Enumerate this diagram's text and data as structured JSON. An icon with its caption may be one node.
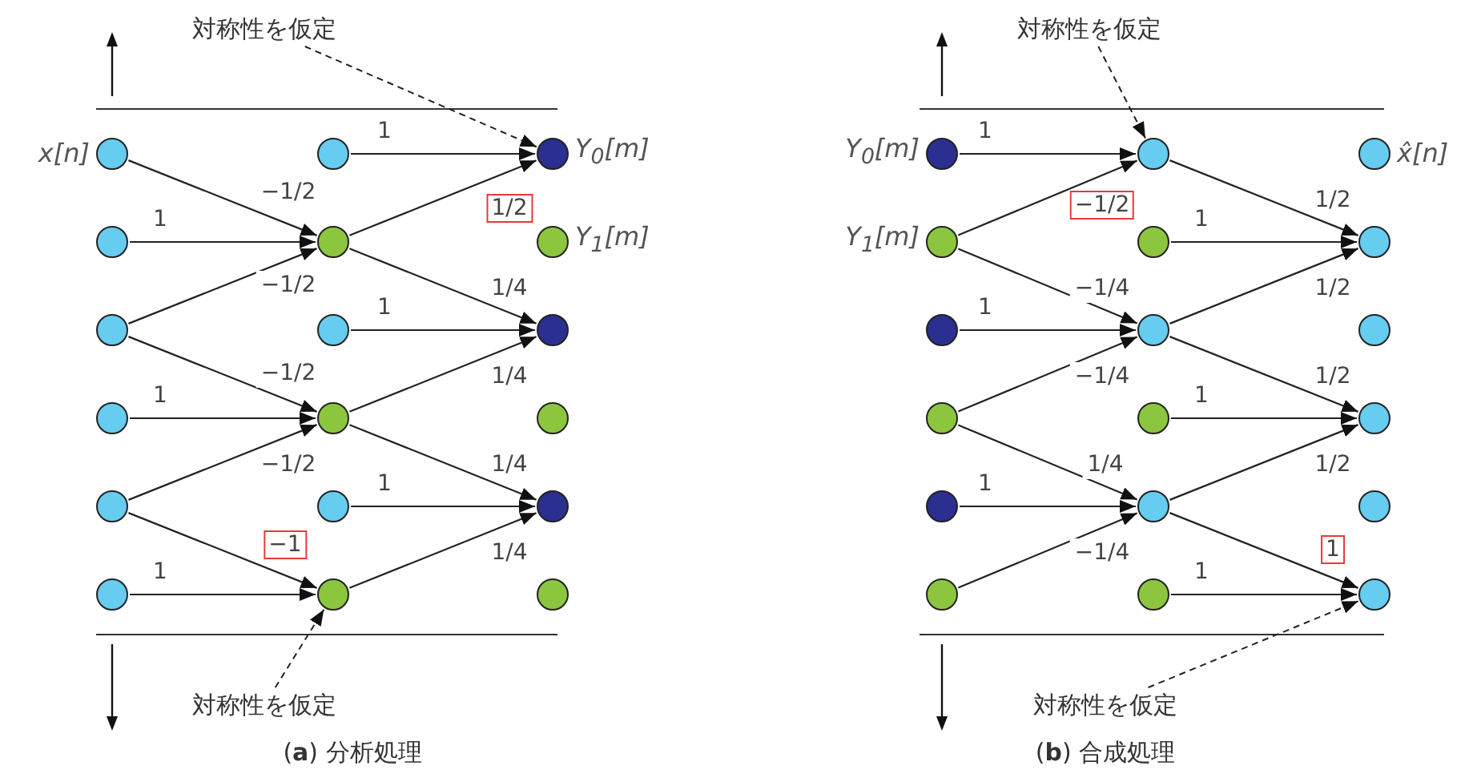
{
  "diagram": {
    "nodes": [
      {
        "text": [
          "対称性を仮定"
        ]
      },
      {
        "text": [
          "対称性を仮定"
        ]
      },
      {
        "text": [],
        "shape": "circle",
        "beside": [
          "x[n]"
        ]
      },
      {
        "text": [],
        "shape": "circle"
      },
      {
        "text": [],
        "shape": "circle"
      },
      {
        "text": [],
        "shape": "circle"
      },
      {
        "text": [],
        "shape": "circle"
      },
      {
        "text": [],
        "shape": "circle"
      },
      {
        "text": [],
        "shape": "circle"
      },
      {
        "text": [],
        "shape": "circle"
      },
      {
        "text": [],
        "shape": "circle"
      },
      {
        "text": [],
        "shape": "circle"
      },
      {
        "text": [],
        "shape": "circle"
      },
      {
        "text": [],
        "shape": "circle"
      },
      {
        "text": [],
        "shape": "circle",
        "beside": [
          "Y$_{0}$[m]"
        ]
      },
      {
        "text": [],
        "shape": "circle",
        "beside": [
          "Y$_{1}$[m]"
        ]
      },
      {
        "text": [],
        "shape": "circle"
      },
      {
        "text": [],
        "shape": "circle"
      },
      {
        "text": [],
        "shape": "circle"
      },
      {
        "text": [],
        "shape": "circle"
      },
      {
        "text": [],
        "shape": "circle",
        "beside": [
          "Y$_{0}$[m]"
        ]
      },
      {
        "text": [],
        "shape": "circle",
        "beside": [
          "Y$_{1}$[m]"
        ]
      },
      {
        "text": [],
        "shape": "circle"
      },
      {
        "text": [],
        "shape": "circle"
      },
      {
        "text": [],
        "shape": "circle"
      },
      {
        "text": [],
        "shape": "circle"
      },
      {
        "text": [],
        "shape": "circle"
      },
      {
        "text": [],
        "shape": "circle"
      },
      {
        "text": [],
        "shape": "circle"
      },
      {
        "text": [],
        "shape": "circle"
      },
      {
        "text": [],
        "shape": "circle"
      },
      {
        "text": [],
        "shape": "circle"
      },
      {
        "text": [],
        "shape": "circle",
        "beside": [
          "x̂[n]"
        ]
      },
      {
        "text": [],
        "shape": "circle"
      },
      {
        "text": [],
        "shape": "circle"
      },
      {
        "text": [],
        "shape": "circle"
      },
      {
        "text": [],
        "shape": "circle"
      },
      {
        "text": [],
        "shape": "circle"
      },
      {
        "text": [
          "対称性を仮定"
        ]
      },
      {
        "text": [
          "対称性を仮定"
        ]
      }
    ],
    "edges": [
      {
        "from": 2,
        "to": 9,
        "arrow": "to",
        "label": "−1/2"
      },
      {
        "from": 3,
        "to": 9,
        "arrow": "to",
        "label": "1"
      },
      {
        "from": 4,
        "to": 9,
        "arrow": "to",
        "label": "−1/2"
      },
      {
        "from": 4,
        "to": 11,
        "arrow": "to",
        "label": "−1/2"
      },
      {
        "from": 5,
        "to": 11,
        "arrow": "to",
        "label": "1"
      },
      {
        "from": 6,
        "to": 11,
        "arrow": "to",
        "label": "−1/2"
      },
      {
        "from": 6,
        "to": 13,
        "arrow": "to",
        "label": "−1"
      },
      {
        "from": 7,
        "to": 13,
        "arrow": "to",
        "label": "1"
      },
      {
        "from": 8,
        "to": 14,
        "arrow": "to",
        "label": "1"
      },
      {
        "from": 9,
        "to": 14,
        "arrow": "to",
        "label": "1/2"
      },
      {
        "from": 9,
        "to": 16,
        "arrow": "to",
        "label": "1/4"
      },
      {
        "from": 10,
        "to": 16,
        "arrow": "to",
        "label": "1"
      },
      {
        "from": 11,
        "to": 16,
        "arrow": "to",
        "label": "1/4"
      },
      {
        "from": 11,
        "to": 18,
        "arrow": "to",
        "label": "1/4"
      },
      {
        "from": 12,
        "to": 18,
        "arrow": "to",
        "label": "1"
      },
      {
        "from": 13,
        "to": 18,
        "arrow": "to",
        "label": "1/4"
      },
      {
        "from": 0,
        "to": 14,
        "arrow": "to",
        "style": "dashed"
      },
      {
        "from": 38,
        "to": 13,
        "arrow": "to",
        "style": "dashed"
      },
      {
        "from": 20,
        "to": 26,
        "arrow": "to",
        "label": "1"
      },
      {
        "from": 21,
        "to": 26,
        "arrow": "to",
        "label": "−1/2"
      },
      {
        "from": 21,
        "to": 28,
        "arrow": "to",
        "label": "−1/4"
      },
      {
        "from": 22,
        "to": 28,
        "arrow": "to",
        "label": "1"
      },
      {
        "from": 23,
        "to": 28,
        "arrow": "to",
        "label": "−1/4"
      },
      {
        "from": 23,
        "to": 30,
        "arrow": "to",
        "label": "1/4"
      },
      {
        "from": 24,
        "to": 30,
        "arrow": "to",
        "label": "1"
      },
      {
        "from": 25,
        "to": 30,
        "arrow": "to",
        "label": "−1/4"
      },
      {
        "from": 26,
        "to": 33,
        "arrow": "to",
        "label": "1/2"
      },
      {
        "from": 27,
        "to": 33,
        "arrow": "to",
        "label": "1"
      },
      {
        "from": 28,
        "to": 33,
        "arrow": "to",
        "label": "1/2"
      },
      {
        "from": 28,
        "to": 35,
        "arrow": "to",
        "label": "1/2"
      },
      {
        "from": 29,
        "to": 35,
        "arrow": "to",
        "label": "1"
      },
      {
        "from": 30,
        "to": 35,
        "arrow": "to",
        "label": "1/2"
      },
      {
        "from": 30,
        "to": 37,
        "arrow": "to",
        "label": "1"
      },
      {
        "from": 31,
        "to": 37,
        "arrow": "to",
        "label": "1"
      },
      {
        "from": 1,
        "to": 26,
        "arrow": "to",
        "style": "dashed"
      },
      {
        "from": 39,
        "to": 37,
        "arrow": "to",
        "style": "dashed"
      }
    ],
    "labels": [
      "(**a**) 分析処理",
      "(**b**) 合成処理"
    ]
  }
}
